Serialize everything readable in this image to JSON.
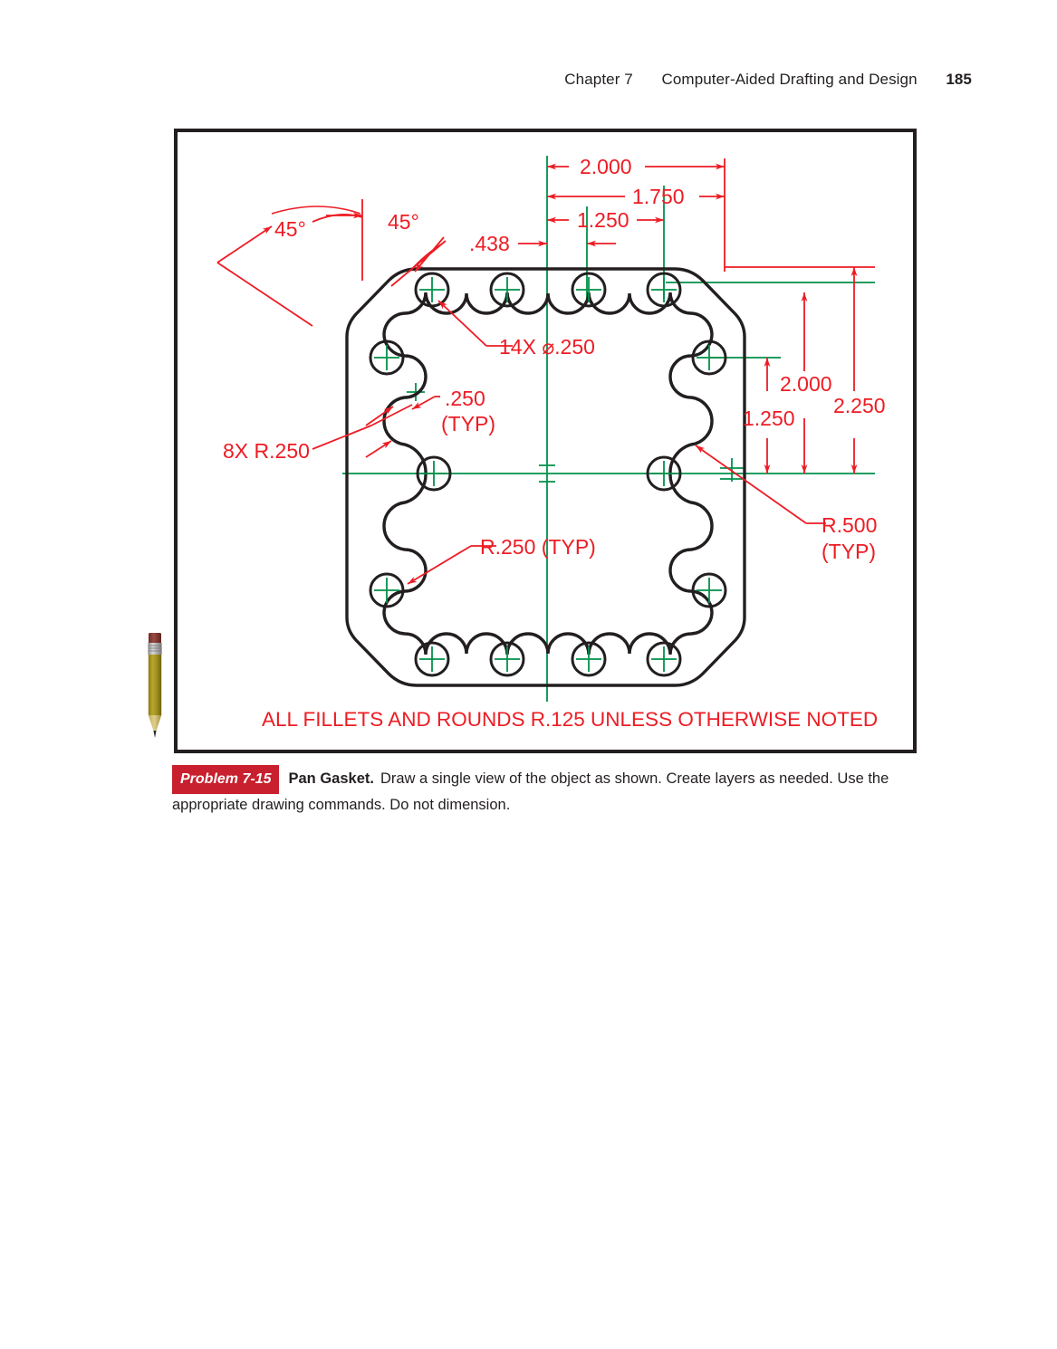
{
  "header": {
    "chapter": "Chapter 7",
    "title": "Computer-Aided Drafting and Design",
    "page_number": "185"
  },
  "figure": {
    "general_note": "ALL FILLETS AND ROUNDS R.125 UNLESS OTHERWISE NOTED",
    "dimensions": {
      "horizontal": [
        {
          "label": "2.000",
          "id": "dim-2000-top"
        },
        {
          "label": "1.750",
          "id": "dim-1750-top"
        },
        {
          "label": "1.250",
          "id": "dim-1250-top"
        },
        {
          "label": ".438",
          "id": "dim-438-top"
        }
      ],
      "vertical": [
        {
          "label": "2.250",
          "id": "dim-2250-right"
        },
        {
          "label": "2.000",
          "id": "dim-2000-right"
        },
        {
          "label": "1.250",
          "id": "dim-1250-right"
        }
      ],
      "angles": [
        {
          "label": "45°",
          "id": "angle-left"
        },
        {
          "label": "45°",
          "id": "angle-right"
        }
      ]
    },
    "callouts": {
      "hole_note": "14X ⌀.250",
      "typ_250": ".250",
      "typ_250_sub": "(TYP)",
      "radius_8x": "8X R.250",
      "radius_250_typ": "R.250 (TYP)",
      "radius_500": "R.500",
      "radius_500_sub": "(TYP)"
    },
    "colors": {
      "dimension_red": "#ed1c24",
      "centerline_green": "#00914a",
      "object_black": "#231f20",
      "badge_red": "#c8202e"
    }
  },
  "caption": {
    "problem_label": "Problem 7-15",
    "part_name": "Pan Gasket.",
    "instructions_line1": "Draw a single view of the object as shown. Create layers as needed.",
    "instructions_line2": "Use the appropriate drawing commands. Do not dimension."
  }
}
